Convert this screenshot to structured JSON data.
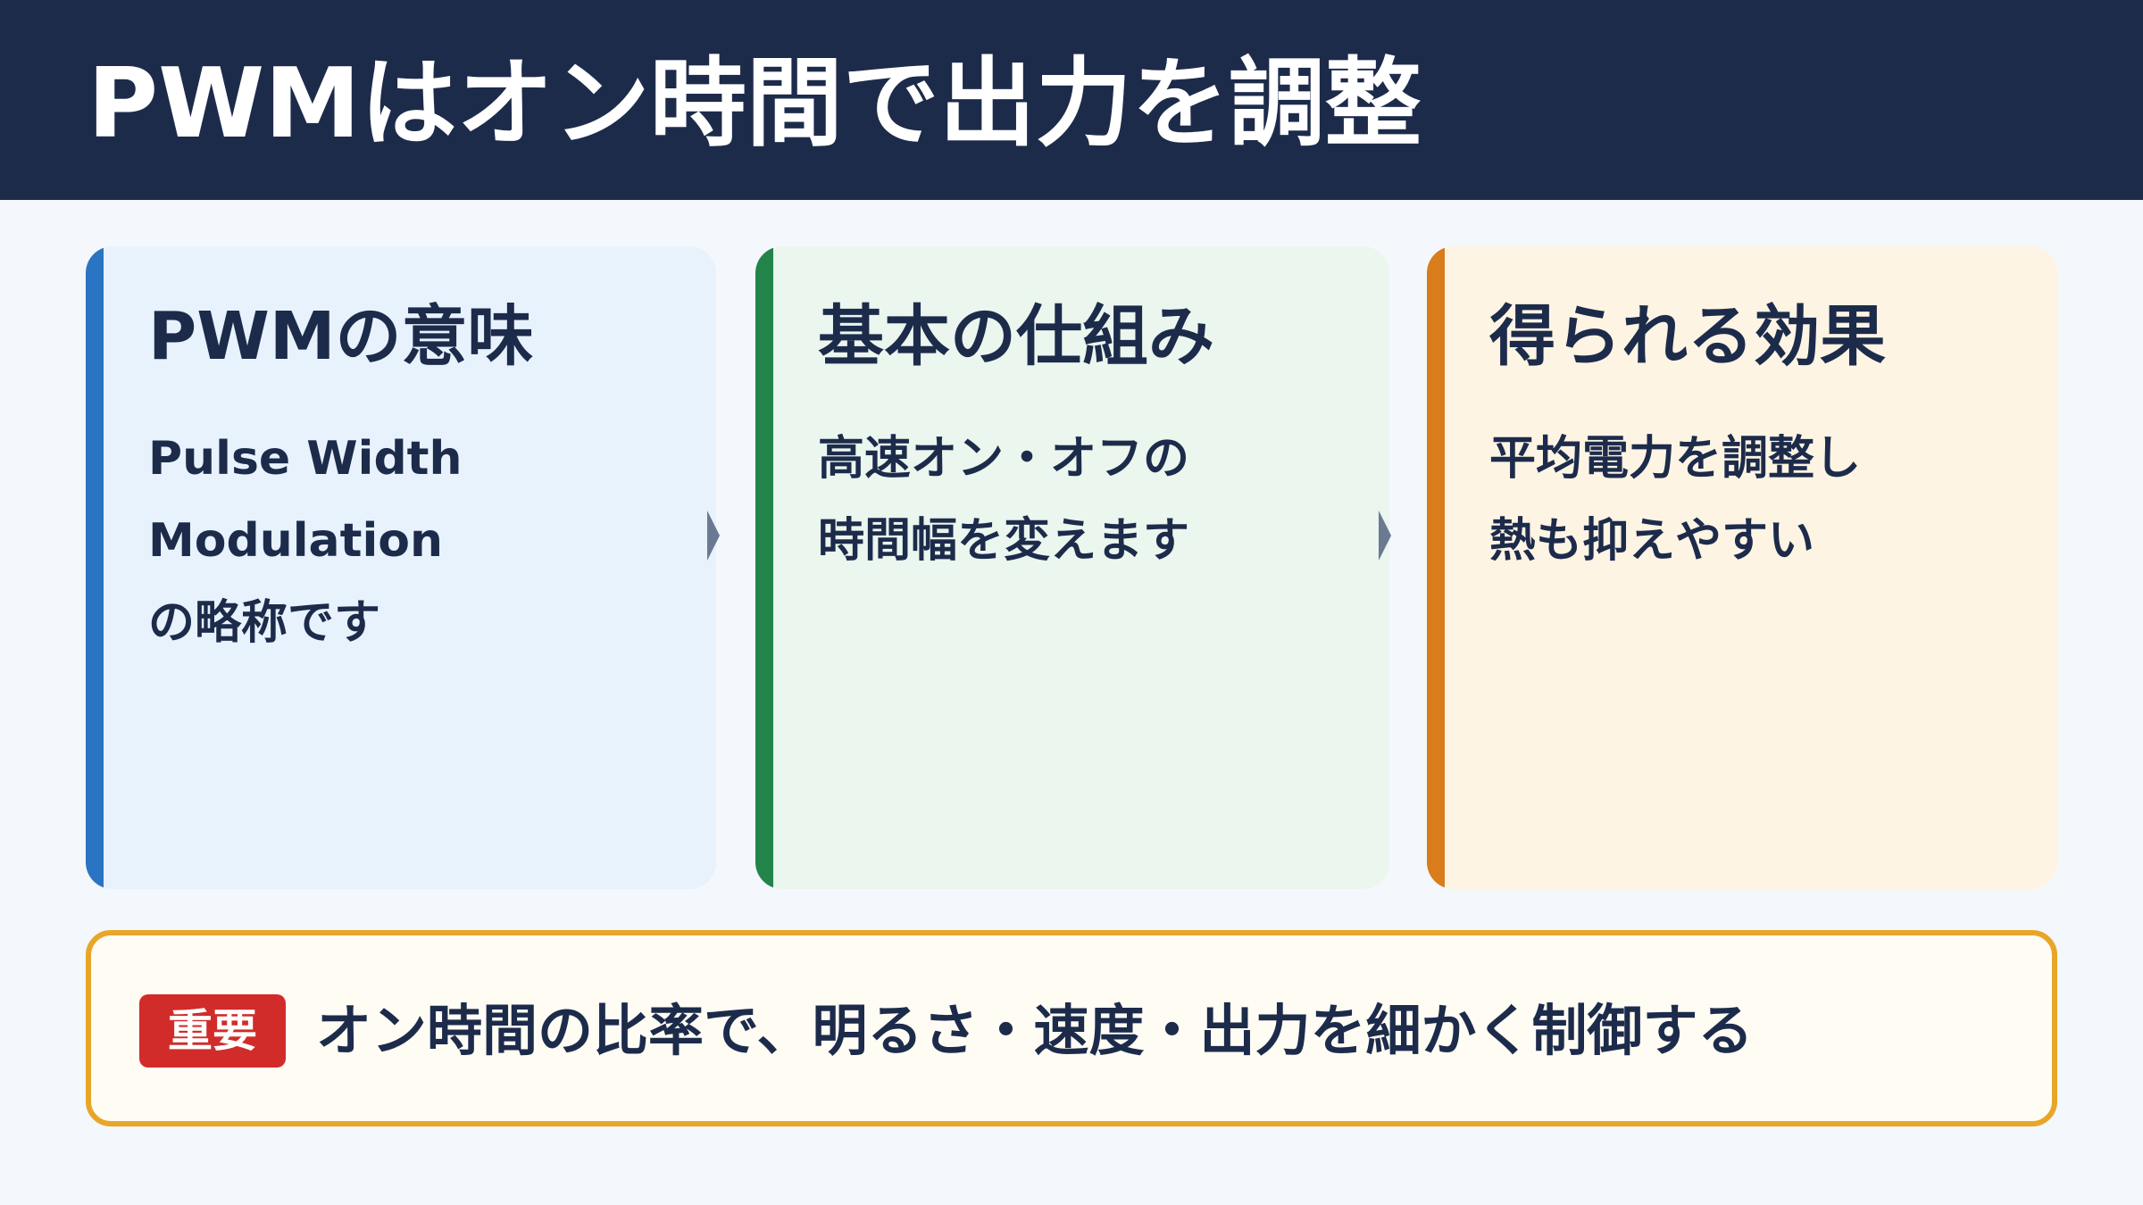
{
  "header": {
    "title": "PWMはオン時間で出力を調整"
  },
  "cards": [
    {
      "title": "PWMの意味",
      "lines": [
        "Pulse Width",
        "Modulation",
        "の略称です"
      ],
      "accent_color": "#2a74c3"
    },
    {
      "title": "基本の仕組み",
      "lines": [
        "高速オン・オフの",
        "時間幅を変えます"
      ],
      "accent_color": "#23844a"
    },
    {
      "title": "得られる効果",
      "lines": [
        "平均電力を調整し",
        "熱も抑えやすい"
      ],
      "accent_color": "#d97c1c"
    }
  ],
  "note": {
    "badge": "重要",
    "text": "オン時間の比率で、明るさ・速度・出力を細かく制御する"
  },
  "colors": {
    "header_bg": "#1d2b4b",
    "note_border": "#e8a628",
    "badge_bg": "#d12c2a"
  }
}
